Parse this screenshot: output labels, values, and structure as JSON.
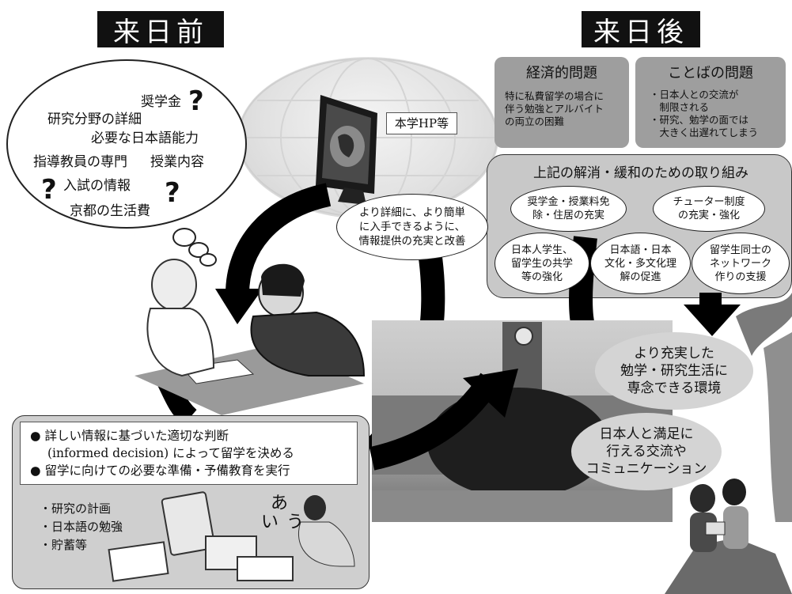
{
  "headers": {
    "before": "来日前",
    "after": "来日後"
  },
  "thought_bubble": {
    "items": [
      "奨学金",
      "研究分野の詳細",
      "必要な日本語能力",
      "指導教員の専門",
      "授業内容",
      "入試の情報",
      "京都の生活費"
    ],
    "qmark": "?"
  },
  "hp_label": "本学HP等",
  "info_oval": "より詳細に、より簡単\nに入手できるように、\n情報提供の充実と改善",
  "problems": {
    "economic": {
      "title": "経済的問題",
      "body": "特に私費留学の場合に\n伴う勉強とアルバイト\nの両立の困難"
    },
    "language": {
      "title": "ことばの問題",
      "body": "・日本人との交流が\n　制限される\n・研究、勉学の面では\n　大きく出遅れてしまう"
    }
  },
  "measures": {
    "title": "上記の解消・緩和のための取り組み",
    "items": [
      "奨学金・授業料免\n除・住居の充実",
      "チューター制度\nの充実・強化",
      "日本人学生、\n留学生の共学\n等の強化",
      "日本語・日本\n文化・多文化理\n解の促進",
      "留学生同士の\nネットワーク\n作りの支援"
    ]
  },
  "goals": [
    "より充実した\n勉学・研究生活に\n専念できる環境",
    "日本人と満足に\n行える交流や\nコミュニケーション"
  ],
  "prep": {
    "bullets": [
      "●  詳しい情報に基づいた適切な判断",
      "(informed decision) によって留学を決める",
      "●  留学に向けての必要な準備・予備教育を実行"
    ],
    "plans": [
      "・研究の計画",
      "・日本語の勉強",
      "・貯蓄等"
    ]
  },
  "kana": {
    "a": "あ",
    "i": "い",
    "u": "う"
  }
}
